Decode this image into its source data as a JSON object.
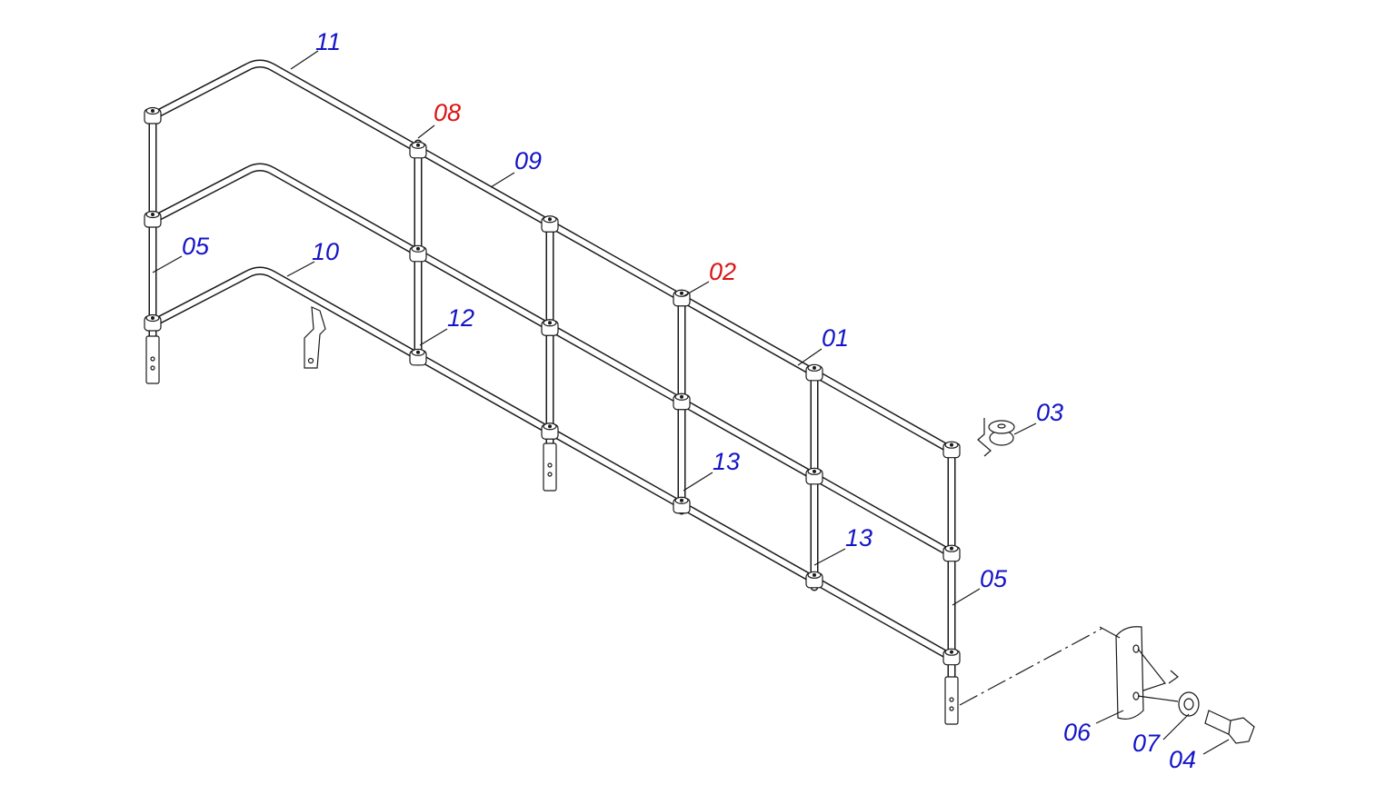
{
  "callouts": [
    {
      "id": "c11",
      "text": "11",
      "color": "blue"
    },
    {
      "id": "c08",
      "text": "08",
      "color": "red"
    },
    {
      "id": "c09",
      "text": "09",
      "color": "blue"
    },
    {
      "id": "c05a",
      "text": "05",
      "color": "blue"
    },
    {
      "id": "c10",
      "text": "10",
      "color": "blue"
    },
    {
      "id": "c12",
      "text": "12",
      "color": "blue"
    },
    {
      "id": "c02",
      "text": "02",
      "color": "red"
    },
    {
      "id": "c01",
      "text": "01",
      "color": "blue"
    },
    {
      "id": "c03",
      "text": "03",
      "color": "blue"
    },
    {
      "id": "c13a",
      "text": "13",
      "color": "blue"
    },
    {
      "id": "c13b",
      "text": "13",
      "color": "blue"
    },
    {
      "id": "c05b",
      "text": "05",
      "color": "blue"
    },
    {
      "id": "c06",
      "text": "06",
      "color": "blue"
    },
    {
      "id": "c07",
      "text": "07",
      "color": "blue"
    },
    {
      "id": "c04",
      "text": "04",
      "color": "blue"
    }
  ],
  "colors": {
    "callout_blue": "#1414c8",
    "callout_red": "#dc1414",
    "line": "#1a1a1a"
  }
}
